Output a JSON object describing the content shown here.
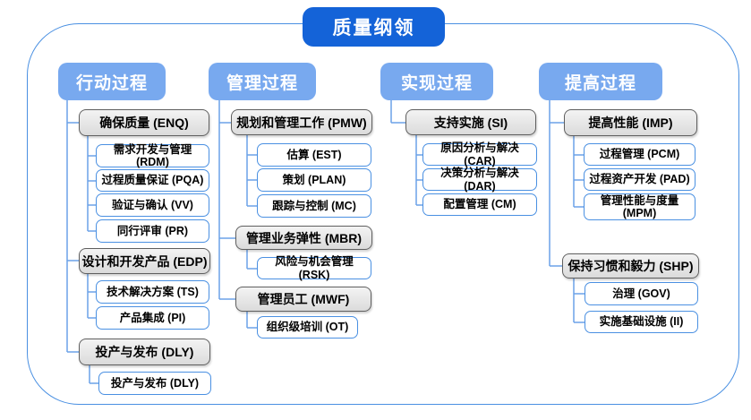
{
  "title": "质量纲领",
  "colors": {
    "title_bg": "#1463d8",
    "header_bg": "#78a9ef",
    "frame_border": "#4a90e2",
    "wire": "#6ba2e8",
    "leaf_border": "#4a90e2",
    "group_border": "#5f5f5f"
  },
  "columns": [
    {
      "header": "行动过程",
      "groups": [
        {
          "label": "确保质量 (ENQ)",
          "children": [
            "需求开发与管理 (RDM)",
            "过程质量保证 (PQA)",
            "验证与确认 (VV)",
            "同行评审 (PR)"
          ]
        },
        {
          "label": "设计和开发产品 (EDP)",
          "children": [
            "技术解决方案 (TS)",
            "产品集成 (PI)"
          ]
        },
        {
          "label": "投产与发布 (DLY)",
          "children": [
            "投产与发布 (DLY)"
          ]
        }
      ]
    },
    {
      "header": "管理过程",
      "groups": [
        {
          "label": "规划和管理工作 (PMW)",
          "children": [
            "估算 (EST)",
            "策划 (PLAN)",
            "跟踪与控制 (MC)"
          ]
        },
        {
          "label": "管理业务弹性 (MBR)",
          "children": [
            "风险与机会管理 (RSK)"
          ]
        },
        {
          "label": "管理员工 (MWF)",
          "children": [
            "组织级培训 (OT)"
          ]
        }
      ]
    },
    {
      "header": "实现过程",
      "groups": [
        {
          "label": "支持实施 (SI)",
          "children": [
            "原因分析与解决 (CAR)",
            "决策分析与解决 (DAR)",
            "配置管理 (CM)"
          ]
        }
      ]
    },
    {
      "header": "提高过程",
      "groups": [
        {
          "label": "提高性能 (IMP)",
          "children": [
            "过程管理 (PCM)",
            "过程资产开发 (PAD)",
            "管理性能与度量 (MPM)"
          ]
        },
        {
          "label": "保持习惯和毅力 (SHP)",
          "children": [
            "治理 (GOV)",
            "实施基础设施 (II)"
          ]
        }
      ]
    }
  ]
}
